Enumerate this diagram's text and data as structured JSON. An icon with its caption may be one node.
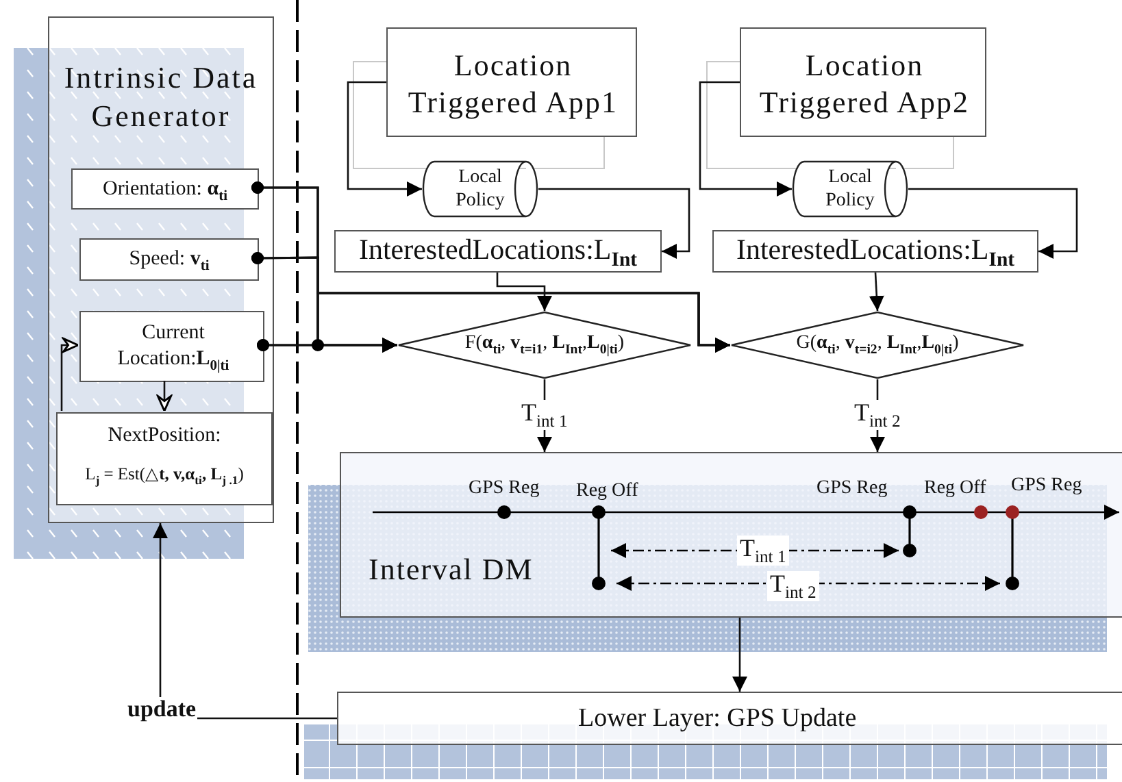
{
  "diagram": {
    "nodes": [
      {
        "text": [
          "Intrinsic Data Generator"
        ]
      },
      {
        "text": [
          "Orientation: **α**$_{ti}$"
        ],
        "in": 0
      },
      {
        "text": [
          "Speed: **v**$_{ti}$"
        ],
        "in": 0
      },
      {
        "text": [
          "Current Location:**L**$_{0|ti}$"
        ],
        "in": 0
      },
      {
        "text": [
          "NextPosition:",
          "L$_{j}$ = Est(△**t, v,α**$_{ti}$**, L**$_{j .1}$)"
        ],
        "in": 0
      },
      {
        "text": [
          "Location Triggered App1"
        ]
      },
      {
        "text": [
          "Location Triggered App2"
        ]
      },
      {
        "text": [
          "Local Policy"
        ]
      },
      {
        "text": [
          "Local Policy"
        ]
      },
      {
        "text": [
          "InterestedLocations:L$_{Int}$"
        ]
      },
      {
        "text": [
          "InterestedLocations:L$_{Int}$"
        ]
      },
      {
        "text": [
          "F(**α**$_{ti}$, **v**$_{t=i1}$, **L**$_{Int}$,**L**$_{0|ti}$)"
        ]
      },
      {
        "text": [
          "G(**α**$_{ti}$, **v**$_{t=i2}$, **L**$_{Int}$,**L**$_{0|ti}$)"
        ]
      },
      {
        "text": [
          "Interval DM"
        ]
      },
      {
        "text": [
          "Lower Layer: GPS Update"
        ]
      }
    ],
    "edges": [
      {
        "from": 1,
        "to": 11,
        "arrow": "to"
      },
      {
        "from": 2,
        "to": 11,
        "arrow": "to"
      },
      {
        "from": 3,
        "to": 11,
        "arrow": "to"
      },
      {
        "from": 1,
        "to": 12,
        "arrow": "to"
      },
      {
        "from": 2,
        "to": 12,
        "arrow": "to"
      },
      {
        "from": 3,
        "to": 12,
        "arrow": "to"
      },
      {
        "from": 5,
        "to": 7,
        "arrow": "to"
      },
      {
        "from": 7,
        "to": 9,
        "arrow": "to"
      },
      {
        "from": 6,
        "to": 8,
        "arrow": "to"
      },
      {
        "from": 8,
        "to": 10,
        "arrow": "to"
      },
      {
        "from": 9,
        "to": 11,
        "arrow": "to"
      },
      {
        "from": 10,
        "to": 12,
        "arrow": "to"
      },
      {
        "from": 11,
        "to": 13,
        "arrow": "to",
        "label": "T$_{int 1}$"
      },
      {
        "from": 12,
        "to": 13,
        "arrow": "to",
        "label": "T$_{int 2}$"
      },
      {
        "from": 13,
        "to": 14,
        "arrow": "to"
      },
      {
        "from": 14,
        "to": 0,
        "arrow": "to",
        "label": "update"
      },
      {
        "from": 4,
        "to": 3,
        "arrow": "to"
      },
      {
        "from": 3,
        "to": 4,
        "arrow": "to"
      }
    ],
    "labels": [
      "GPS Reg",
      "Reg Off",
      "GPS Reg",
      "Reg Off",
      "GPS Reg",
      "T$_{int 1}$",
      "T$_{int 2}$"
    ]
  }
}
